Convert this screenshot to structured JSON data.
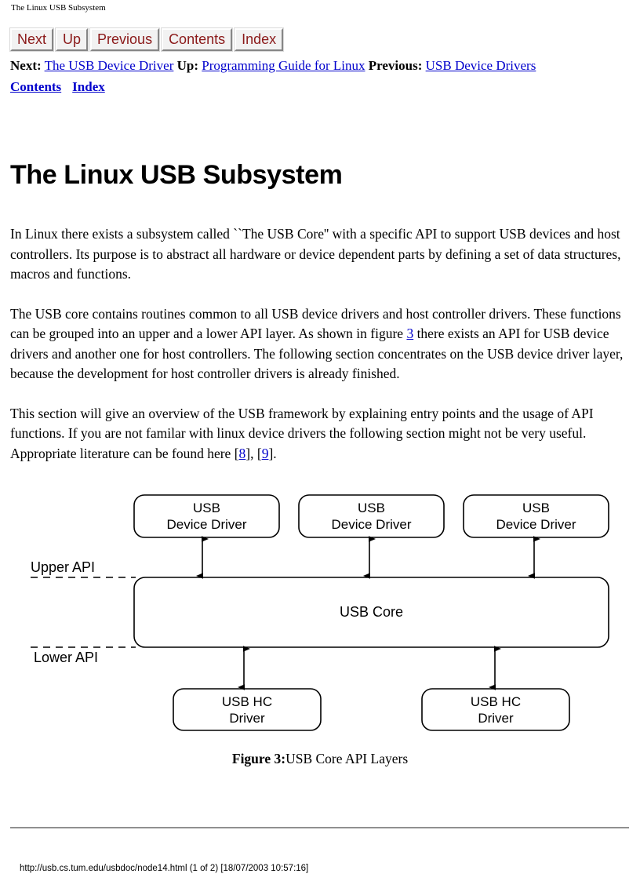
{
  "page_header": "The Linux USB Subsystem",
  "nav_buttons": [
    {
      "label": "Next"
    },
    {
      "label": "Up"
    },
    {
      "label": "Previous"
    },
    {
      "label": "Contents"
    },
    {
      "label": "Index"
    }
  ],
  "nav_links": {
    "next_label": "Next:",
    "next_link": "The USB Device Driver",
    "up_label": "Up:",
    "up_link": "Programming Guide for Linux",
    "previous_label": "Previous:",
    "previous_link": "USB Device Drivers",
    "contents_link": "Contents",
    "index_link": "Index"
  },
  "title": "The Linux USB Subsystem",
  "paragraphs": {
    "p1": "In Linux there exists a subsystem called ``The USB Core'' with a specific API to support USB devices and host controllers. Its purpose is to abstract all hardware or device dependent parts by defining a set of data structures, macros and functions.",
    "p2_a": "The USB core contains routines common to all USB device drivers and host controller drivers. These functions can be grouped into an upper and a lower API layer. As shown in figure ",
    "p2_figref": "3",
    "p2_b": " there exists an API for USB device drivers and another one for host controllers. The following section concentrates on the USB device driver layer, because the development for host controller drivers is already finished.",
    "p3_a": "This section will give an overview of the USB framework by explaining entry points and the usage of API functions. If you are not familar with linux device drivers the following section might not be very useful. Appropriate literature can be found here [",
    "p3_cite1": "8",
    "p3_mid": "], [",
    "p3_cite2": "9",
    "p3_b": "]."
  },
  "figure": {
    "caption_label": "Figure 3:",
    "caption_text": "USB Core API Layers",
    "boxes": {
      "driver1_line1": "USB",
      "driver1_line2": "Device Driver",
      "driver2_line1": "USB",
      "driver2_line2": "Device Driver",
      "driver3_line1": "USB",
      "driver3_line2": "Device Driver",
      "core": "USB Core",
      "hc1_line1": "USB HC",
      "hc1_line2": "Driver",
      "hc2_line1": "USB HC",
      "hc2_line2": "Driver"
    },
    "labels": {
      "upper_api": "Upper API",
      "lower_api": "Lower API"
    }
  },
  "footer": "http://usb.cs.tum.edu/usbdoc/node14.html (1 of 2) [18/07/2003 10:57:16]",
  "colors": {
    "link": "#0000cc",
    "button_text": "#8b1a1a",
    "button_face": "#f2f2f2",
    "text": "#000000",
    "rule": "#909090"
  }
}
